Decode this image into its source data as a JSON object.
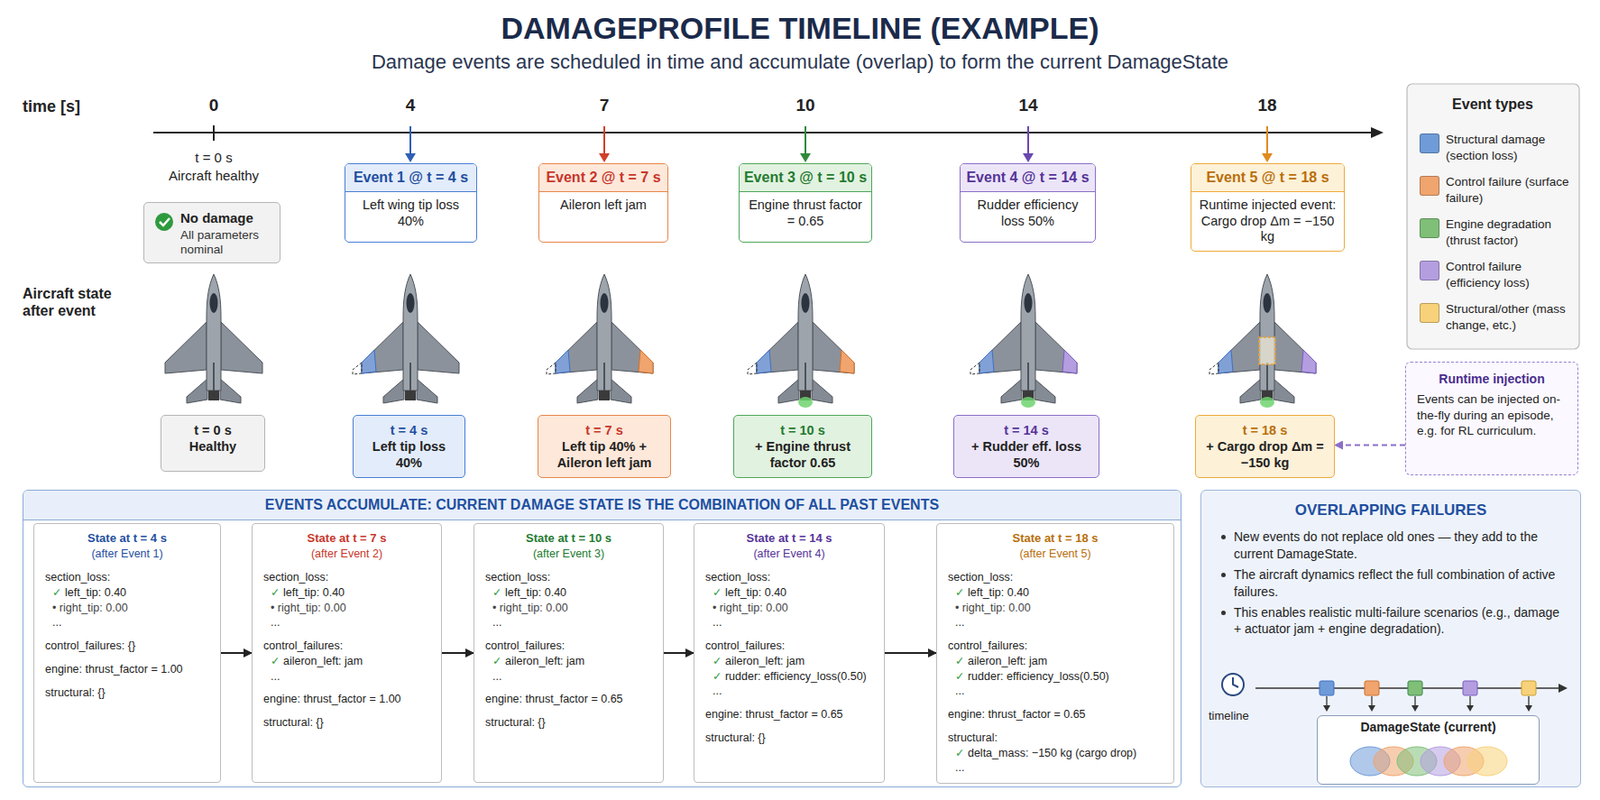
{
  "diagram": {
    "title": "DAMAGEPROFILE TIMELINE (EXAMPLE)",
    "caption": "Damage events are scheduled in time and accumulate (overlap) to form the current DamageState",
    "nodes": [
      {
        "text": [
          "No damage",
          "All parameters nominal"
        ]
      },
      {
        "text": [
          "Event 1 @ t = 4 s",
          "Left wing tip loss 40%"
        ]
      },
      {
        "text": [
          "Event 2 @ t = 7 s",
          "Aileron left jam"
        ]
      },
      {
        "text": [
          "Event 3 @ t = 10 s",
          "Engine thrust factor = 0.65"
        ]
      },
      {
        "text": [
          "Event 4 @ t = 14 s",
          "Rudder efficiency loss 50%"
        ]
      },
      {
        "text": [
          "Event 5 @ t = 18 s",
          "Runtime injected event: Cargo drop Δm = −150 kg"
        ]
      },
      {
        "text": [
          "t = 0 s",
          "Healthy"
        ]
      },
      {
        "text": [
          "t = 4 s",
          "Left tip loss 40%"
        ]
      },
      {
        "text": [
          "t = 7 s",
          "Left tip 40% + Aileron left jam"
        ]
      },
      {
        "text": [
          "t = 10 s",
          "+ Engine thrust factor 0.65"
        ]
      },
      {
        "text": [
          "t = 14 s",
          "+ Rudder eff. loss 50%"
        ]
      },
      {
        "text": [
          "t = 18 s",
          "+ Cargo drop Δm = −150 kg"
        ]
      },
      {
        "text": [
          "Runtime injection",
          "Events can be injected on-the-fly during an episode, e.g. for RL curriculum."
        ]
      },
      {
        "text": [
          "EVENTS ACCUMULATE: CURRENT DAMAGE STATE IS THE COMBINATION OF ALL PAST EVENTS"
        ]
      },
      {
        "text": [
          "State at t = 4 s",
          "(after Event 1)",
          "section_loss:",
          "✓ left_tip: 0.40",
          "• right_tip: 0.00",
          "...",
          "control_failures: {}",
          "engine: thrust_factor = 1.00",
          "structural: {}"
        ],
        "in": 13
      },
      {
        "text": [
          "State at t = 7 s",
          "(after Event 2)",
          "section_loss:",
          "✓ left_tip: 0.40",
          "• right_tip: 0.00",
          "...",
          "control_failures:",
          "✓ aileron_left: jam",
          "...",
          "engine: thrust_factor = 1.00",
          "structural: {}"
        ],
        "in": 13
      },
      {
        "text": [
          "State at t = 10 s",
          "(after Event 3)",
          "section_loss:",
          "✓ left_tip: 0.40",
          "• right_tip: 0.00",
          "...",
          "control_failures:",
          "✓ aileron_left: jam",
          "...",
          "engine: thrust_factor = 0.65",
          "structural: {}"
        ],
        "in": 13
      },
      {
        "text": [
          "State at t = 14 s",
          "(after Event 4)",
          "section_loss:",
          "✓ left_tip: 0.40",
          "• right_tip: 0.00",
          "...",
          "control_failures:",
          "✓ aileron_left: jam",
          "✓ rudder: efficiency_loss(0.50)",
          "...",
          "engine: thrust_factor = 0.65",
          "structural: {}"
        ],
        "in": 13
      },
      {
        "text": [
          "State at t = 18 s",
          "(after Event 5)",
          "section_loss:",
          "✓ left_tip: 0.40",
          "• right_tip: 0.00",
          "...",
          "control_failures:",
          "✓ aileron_left: jam",
          "✓ rudder: efficiency_loss(0.50)",
          "...",
          "engine: thrust_factor = 0.65",
          "structural:",
          "✓ delta_mass: −150 kg (cargo drop)",
          "..."
        ],
        "in": 13
      },
      {
        "text": [
          "OVERLAPPING FAILURES",
          "New events do not replace old ones — they add to the current DamageState.",
          "The aircraft dynamics reflect the full combination of active failures.",
          "This enables realistic multi-failure scenarios (e.g., damage + actuator jam + engine degradation)."
        ]
      },
      {
        "text": [
          "DamageState (current)"
        ],
        "in": 19
      }
    ],
    "edges": [
      {
        "from": 12,
        "to": 11,
        "arrow": "to"
      },
      {
        "from": 14,
        "to": 15,
        "arrow": "to"
      },
      {
        "from": 15,
        "to": 16,
        "arrow": "to"
      },
      {
        "from": 16,
        "to": 17,
        "arrow": "to"
      },
      {
        "from": 17,
        "to": 18,
        "arrow": "to"
      }
    ],
    "labels": [
      "time [s]",
      "0",
      "4",
      "7",
      "10",
      "14",
      "18",
      "t = 0 s",
      "Aircraft healthy",
      "Aircraft state after event",
      "Event types",
      "timeline"
    ],
    "legend": [
      {
        "text": "Structural damage (section loss)",
        "color": "#6f9bd8"
      },
      {
        "text": "Control failure (surface failure)",
        "color": "#f0a46e"
      },
      {
        "text": "Engine degradation (thrust factor)",
        "color": "#7fbf78"
      },
      {
        "text": "Control failure (efficiency loss)",
        "color": "#b49ee0"
      },
      {
        "text": "Structural/other (mass change, etc.)",
        "color": "#f7d27a"
      }
    ]
  }
}
